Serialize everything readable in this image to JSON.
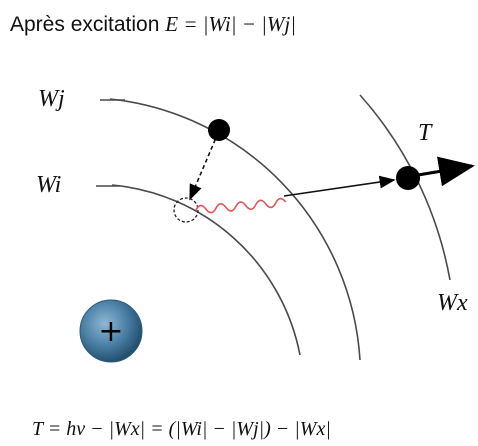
{
  "header": {
    "text": "Après excitation",
    "formula": "E = |Wi| − |Wj|"
  },
  "labels": {
    "wj": "Wj",
    "wi": "Wi",
    "wx": "Wx",
    "t": "T",
    "nucleus_sign": "+"
  },
  "equation": {
    "text": "T = hν − |Wx| = (|Wi| − |Wj|) − |Wx|"
  },
  "colors": {
    "nucleus": "#3c6f93",
    "photon": "#e05858",
    "ink": "#000000"
  }
}
